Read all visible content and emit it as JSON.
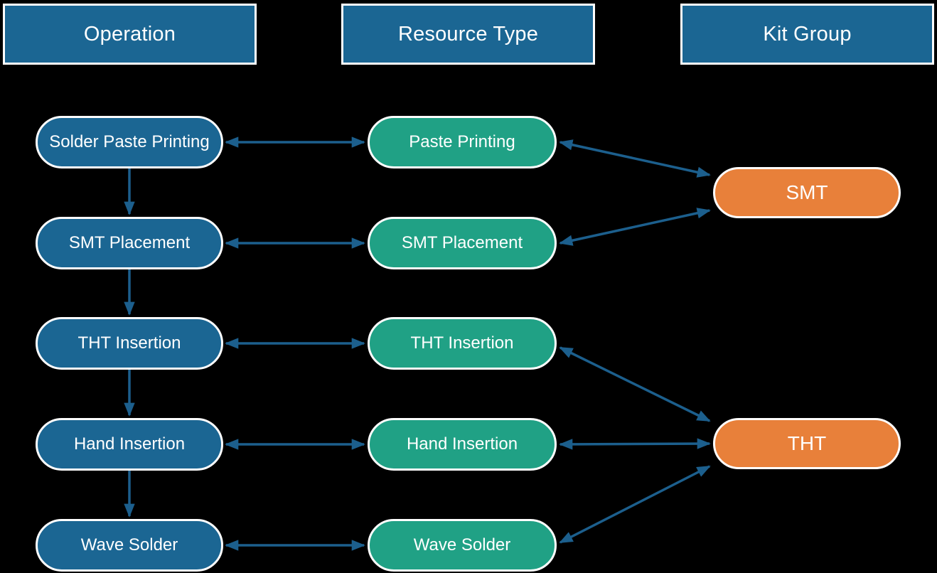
{
  "diagram": {
    "background": "#000000",
    "colors": {
      "column_header_fill": "#1B6693",
      "operation_node_fill": "#1B6693",
      "resource_node_fill": "#20A185",
      "kit_node_fill": "#E8803A",
      "connector": "#1C5F8D",
      "node_border": "#FFFFFF",
      "text": "#FFFFFF"
    },
    "columns": {
      "operation": {
        "header": "Operation",
        "items": [
          "Solder Paste Printing",
          "SMT Placement",
          "THT Insertion",
          "Hand Insertion",
          "Wave Solder"
        ]
      },
      "resource_type": {
        "header": "Resource Type",
        "items": [
          "Paste Printing",
          "SMT Placement",
          "THT Insertion",
          "Hand Insertion",
          "Wave Solder"
        ]
      },
      "kit_group": {
        "header": "Kit Group",
        "items": [
          "SMT",
          "THT"
        ]
      }
    },
    "edges": {
      "operation_flow": [
        {
          "from": "Solder Paste Printing",
          "to": "SMT Placement",
          "arrow": "single"
        },
        {
          "from": "SMT Placement",
          "to": "THT Insertion",
          "arrow": "single"
        },
        {
          "from": "THT Insertion",
          "to": "Hand Insertion",
          "arrow": "single"
        },
        {
          "from": "Hand Insertion",
          "to": "Wave Solder",
          "arrow": "single"
        }
      ],
      "operation_resource": [
        {
          "a": "Solder Paste Printing",
          "b": "Paste Printing",
          "arrow": "double"
        },
        {
          "a": "SMT Placement",
          "b": "SMT Placement",
          "arrow": "double"
        },
        {
          "a": "THT Insertion",
          "b": "THT Insertion",
          "arrow": "double"
        },
        {
          "a": "Hand Insertion",
          "b": "Hand Insertion",
          "arrow": "double"
        },
        {
          "a": "Wave Solder",
          "b": "Wave Solder",
          "arrow": "double"
        }
      ],
      "resource_kit": [
        {
          "a": "Paste Printing",
          "b": "SMT",
          "arrow": "double"
        },
        {
          "a": "SMT Placement",
          "b": "SMT",
          "arrow": "double"
        },
        {
          "a": "THT Insertion",
          "b": "THT",
          "arrow": "double"
        },
        {
          "a": "Hand Insertion",
          "b": "THT",
          "arrow": "double"
        },
        {
          "a": "Wave Solder",
          "b": "THT",
          "arrow": "double"
        }
      ]
    }
  }
}
